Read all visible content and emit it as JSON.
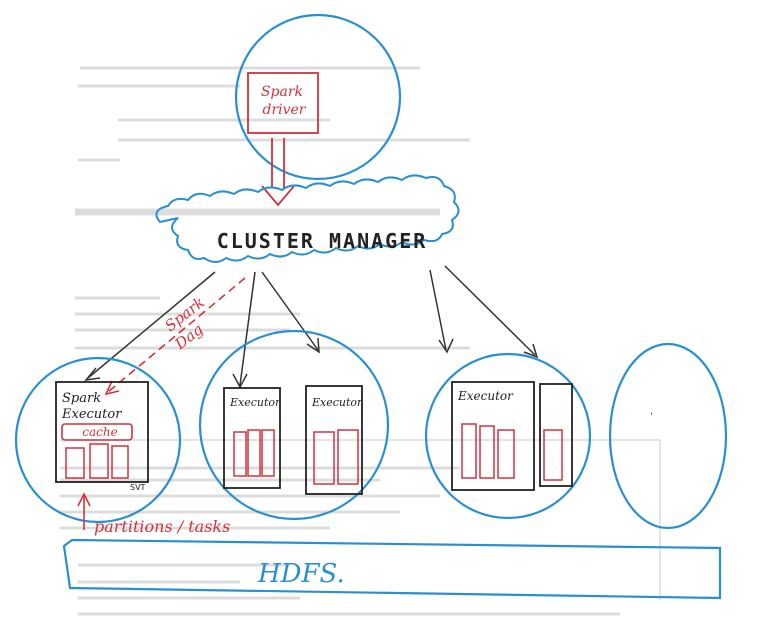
{
  "labels": {
    "driver_line1": "Spark",
    "driver_line2": "driver",
    "cluster_manager": "CLUSTER MANAGER",
    "spark_dag_line1": "Spark",
    "spark_dag_line2": "Dag",
    "executor_spark_line1": "Spark",
    "executor_spark_line2": "Executor",
    "cache": "cache",
    "executor_node2_a": "Executor",
    "executor_node2_b": "Executor",
    "executor_node3": "Executor",
    "partitions_tasks": "partitions / tasks",
    "hdfs": "HDFS."
  },
  "colors": {
    "blue": "#2a8fd0",
    "red": "#d2323c",
    "ink": "#222222",
    "faint": "#c9c9c9"
  }
}
